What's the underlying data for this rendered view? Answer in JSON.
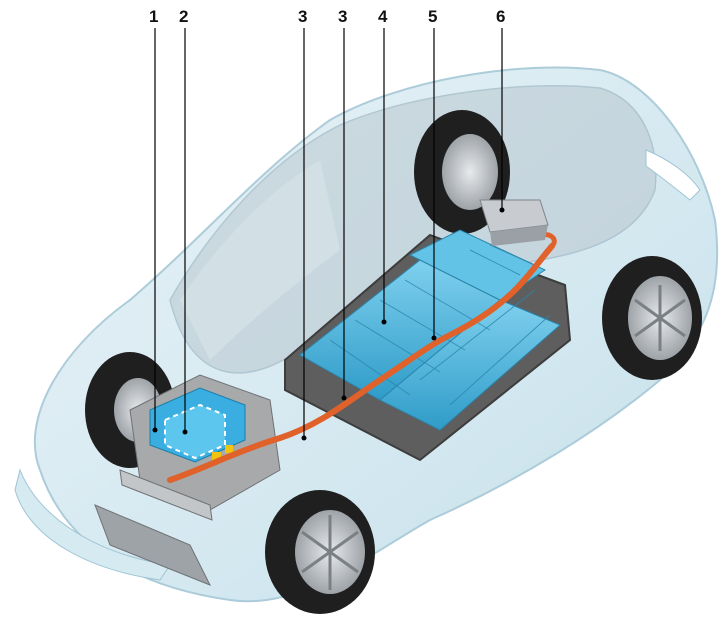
{
  "callouts": {
    "c1": "1",
    "c2": "2",
    "c3a": "3",
    "c3b": "3",
    "c4": "4",
    "c5": "5",
    "c6": "6"
  },
  "colors": {
    "body_glass": "#cfe6f0",
    "body_outline": "#9fc4d4",
    "battery_cells": "#4db8e0",
    "battery_tray": "#6b6b6b",
    "orange_cable": "#e0612a",
    "tire": "#1f1f1f",
    "rim": "#c9ccd0",
    "leader_line": "#000000"
  },
  "icons": {
    "car": "car-cutaway-illustration",
    "battery": "battery-pack",
    "inverter": "power-delivery-module",
    "charge_port": "charge-port"
  }
}
